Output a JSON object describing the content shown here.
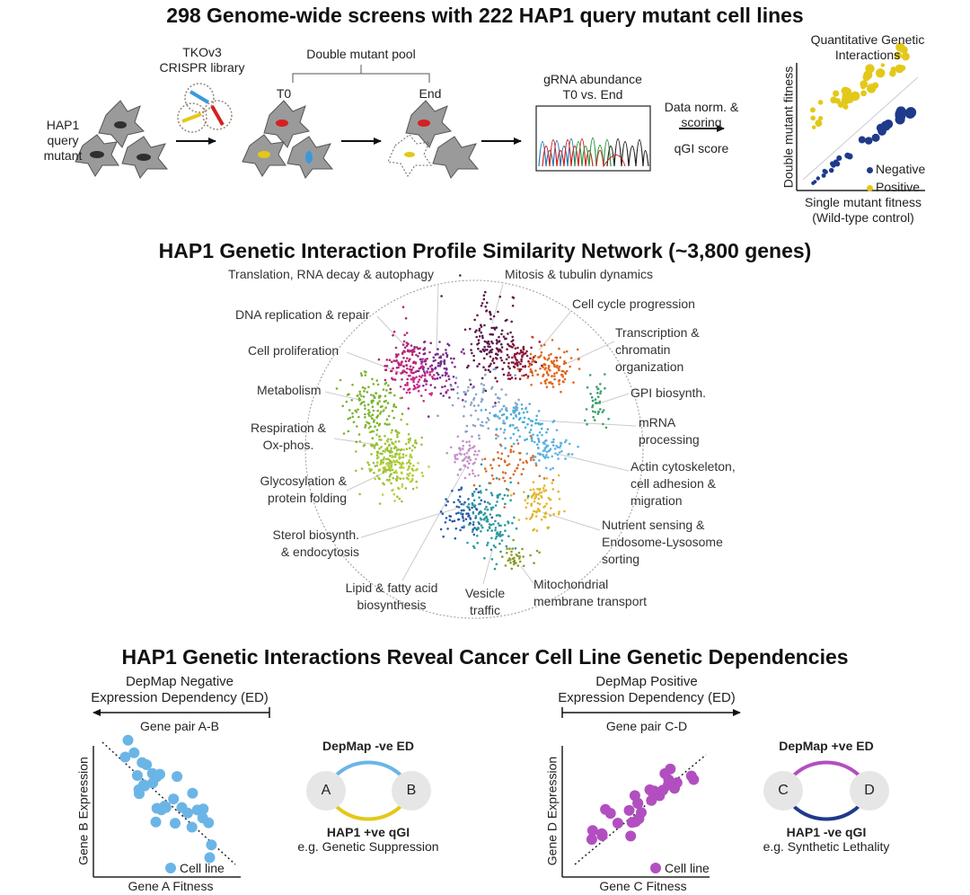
{
  "section1": {
    "title": "298 Genome-wide screens with 222 HAP1 query mutant cell lines",
    "query_label": [
      "HAP1",
      "query",
      "mutant"
    ],
    "library_label": [
      "TKOv3",
      "CRISPR library"
    ],
    "pool_label": "Double mutant pool",
    "t0_label": "T0",
    "end_label": "End",
    "gRNA_label": [
      "gRNA abundance",
      "T0 vs. End"
    ],
    "norm_label": [
      "Data norm. &",
      "scoring"
    ],
    "qgi_label": "qGI score",
    "qgi_plot": {
      "title": [
        "Quantitative Genetic",
        "Interactions"
      ],
      "ylabel": "Double mutant fitness",
      "xlabel": [
        "Single mutant fitness",
        "(Wild-type control)"
      ],
      "legend_negative": "Negative",
      "legend_positive": "Positive",
      "negative_color": "#1f3a8a",
      "positive_color": "#e3c81a"
    }
  },
  "section2": {
    "title": "HAP1 Genetic Interaction Profile Similarity Network (~3,800 genes)",
    "clusters": [
      {
        "label": "Translation, RNA decay & autophagy",
        "color": "#7a2a8f"
      },
      {
        "label": "Mitosis & tubulin dynamics",
        "color": "#5a1a4a"
      },
      {
        "label": "Cell cycle progression",
        "color": "#8b1538"
      },
      {
        "label": "DNA replication & repair",
        "color": "#b5267a"
      },
      {
        "label": "Transcription & chromatin organization",
        "color": "#e0661c"
      },
      {
        "label": "Cell proliferation",
        "color": "#cc2a8a"
      },
      {
        "label": "Metabolism",
        "color": "#7ab32e"
      },
      {
        "label": "GPI biosynth.",
        "color": "#3aa06a"
      },
      {
        "label": "Respiration & Ox-phos.",
        "color": "#9ac23a"
      },
      {
        "label": "mRNA processing",
        "color": "#4aaed8"
      },
      {
        "label": "Glycosylation & protein folding",
        "color": "#b8cf3a"
      },
      {
        "label": "Actin cytoskeleton, cell adhesion & migration",
        "color": "#5bb0e0"
      },
      {
        "label": "Sterol biosynth. & endocytosis",
        "color": "#2a5ba8"
      },
      {
        "label": "Nutrient sensing & Endosome-Lysosome sorting",
        "color": "#e0b82a"
      },
      {
        "label": "Lipid & fatty acid biosynthesis",
        "color": "#c490c8"
      },
      {
        "label": "Vesicle traffic",
        "color": "#2a9aa0"
      },
      {
        "label": "Mitochondrial membrane transport",
        "color": "#8a9a2a"
      }
    ]
  },
  "section3": {
    "title": "HAP1 Genetic Interactions Reveal Cancer Cell Line Genetic Dependencies",
    "left": {
      "header": [
        "DepMap Negative",
        "Expression Dependency (ED)"
      ],
      "pair_label": "Gene pair A-B",
      "ylabel": "Gene B Expression",
      "xlabel": "Gene A Fitness",
      "legend": "Cell line",
      "ed_label": "DepMap -ve ED",
      "node_a": "A",
      "node_b": "B",
      "qgi_label": "HAP1 +ve qGI",
      "example": "e.g. Genetic Suppression",
      "dot_color": "#6bb5e6",
      "top_arc_color": "#6bb5e6",
      "bottom_arc_color": "#e3c81a"
    },
    "right": {
      "header": [
        "DepMap Positive",
        "Expression Dependency (ED)"
      ],
      "pair_label": "Gene pair C-D",
      "ylabel": "Gene D Expression",
      "xlabel": "Gene C Fitness",
      "legend": "Cell line",
      "ed_label": "DepMap +ve ED",
      "node_a": "C",
      "node_b": "D",
      "qgi_label": "HAP1 -ve qGI",
      "example": "e.g. Synthetic Lethality",
      "dot_color": "#b24fc0",
      "top_arc_color": "#b24fc0",
      "bottom_arc_color": "#1f3a8a"
    }
  }
}
